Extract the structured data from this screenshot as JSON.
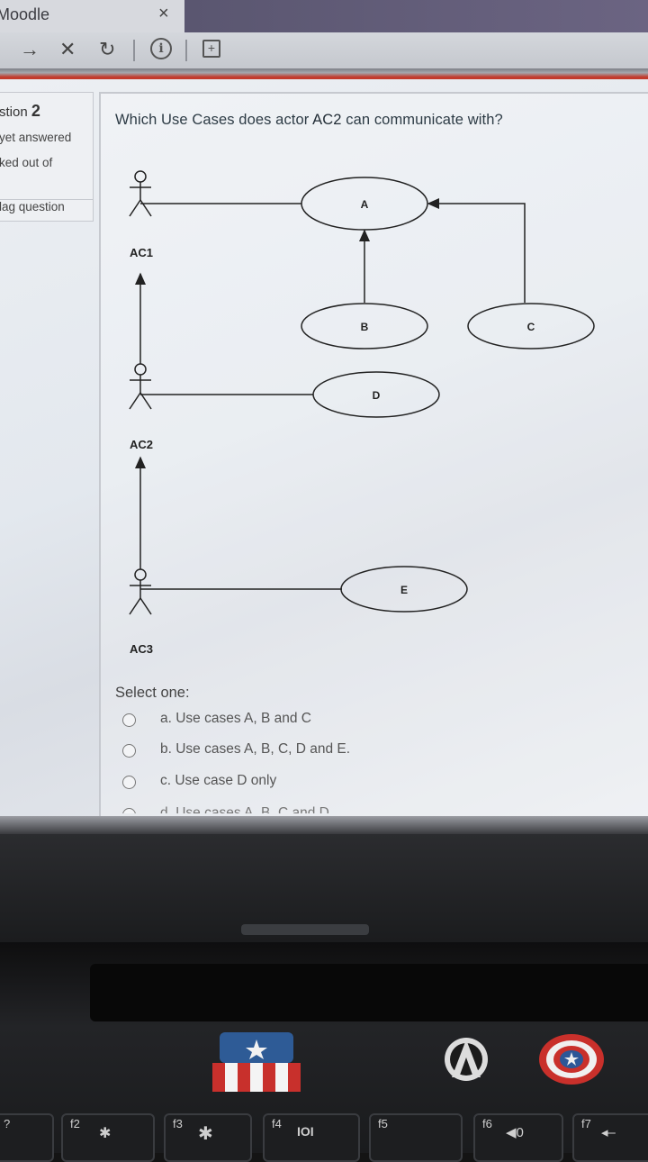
{
  "browser": {
    "tab_title": "Moodle",
    "tab_close": "×",
    "nav": {
      "forward": "→",
      "stop": "✕",
      "reload": "↻",
      "info": "i",
      "extension": "+"
    }
  },
  "sidebar": {
    "question_label": "stion",
    "question_number": "2",
    "status": "yet answered",
    "marked": "ked out of",
    "flag": "lag question"
  },
  "question": {
    "text_prefix": "Which Use Cases does actor ",
    "text_actor": "AC2",
    "text_suffix": " can communicate with?",
    "select_label": "Select one:",
    "options": [
      "a. Use cases A, B and C",
      "b. Use cases A, B, C, D and E.",
      "c. Use case D only",
      "d. Use cases A, B, C and D"
    ]
  },
  "diagram": {
    "actors": [
      "AC1",
      "AC2",
      "AC3"
    ],
    "use_cases": [
      "A",
      "B",
      "C",
      "D",
      "E"
    ]
  },
  "keyboard": {
    "keys": [
      "?",
      "f2",
      "✱",
      "f3",
      "✱",
      "f4",
      "IOI",
      "f5",
      "f6",
      "◀0",
      "f7",
      "◂–"
    ]
  }
}
